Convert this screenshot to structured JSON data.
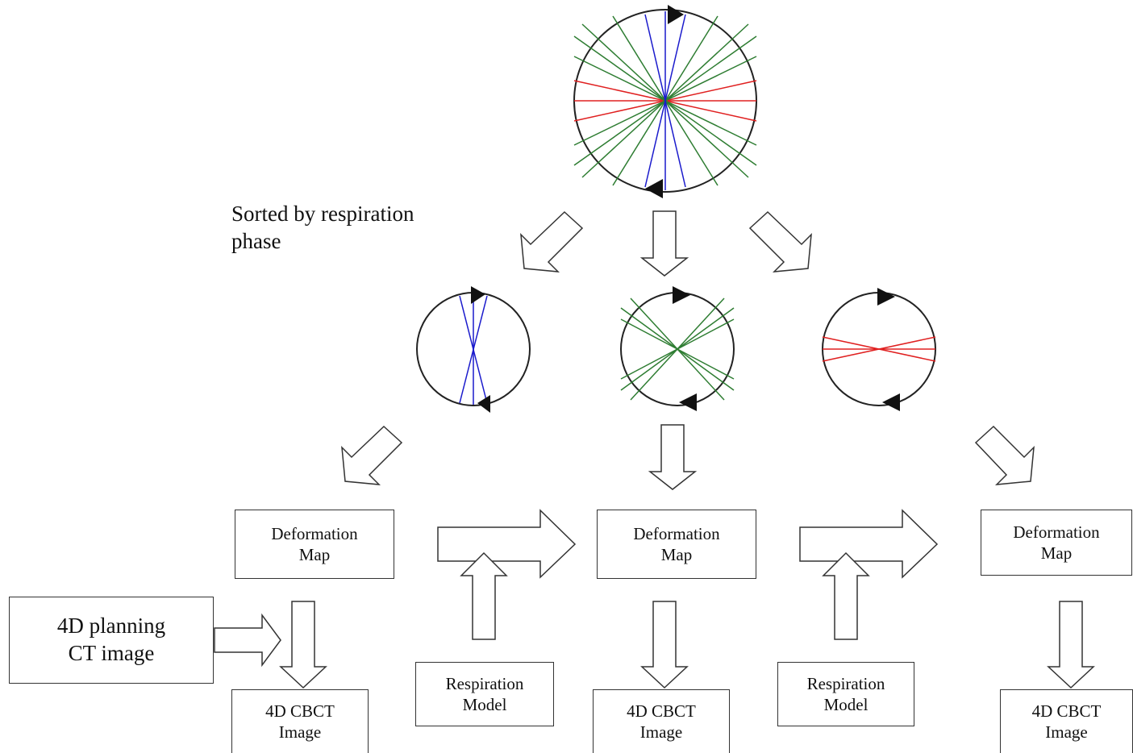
{
  "caption": {
    "line1": "Sorted by respiration",
    "line2": "phase"
  },
  "deformation_label": {
    "line1": "Deformation",
    "line2": "Map"
  },
  "cbct_label": {
    "line1": "4D CBCT",
    "line2": "Image"
  },
  "respiration_label": {
    "line1": "Respiration",
    "line2": "Model"
  },
  "planning": {
    "line1": "4D planning",
    "line2": "CT image"
  },
  "colors": {
    "blue_projection": "#1a1acc",
    "green_projection": "#2e7d32",
    "red_projection": "#e02020",
    "outline": "#222222"
  },
  "icons": {
    "hollow_arrow": "hollow-block-arrow-icon",
    "rotation_marker": "filled-triangle-icon"
  }
}
